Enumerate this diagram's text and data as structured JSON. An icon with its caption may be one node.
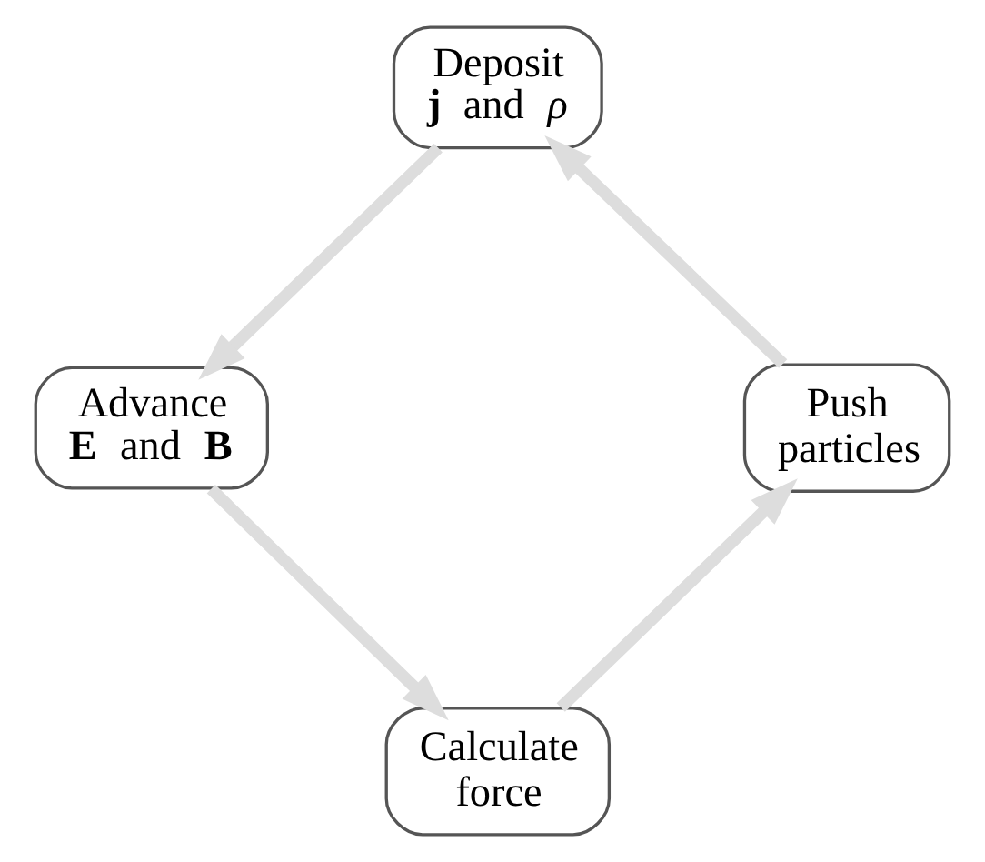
{
  "diagram": {
    "nodes": [
      {
        "text": [
          "Deposit **j** and *ρ*"
        ]
      },
      {
        "text": [
          "Advance **E** and **B**"
        ]
      },
      {
        "text": [
          "Calculate force"
        ]
      },
      {
        "text": [
          "Push particles"
        ]
      }
    ],
    "edges": [
      {
        "from": 0,
        "to": 1,
        "arrow": "to"
      },
      {
        "from": 1,
        "to": 2,
        "arrow": "to"
      },
      {
        "from": 2,
        "to": 3,
        "arrow": "to"
      },
      {
        "from": 3,
        "to": 0,
        "arrow": "to"
      }
    ]
  }
}
